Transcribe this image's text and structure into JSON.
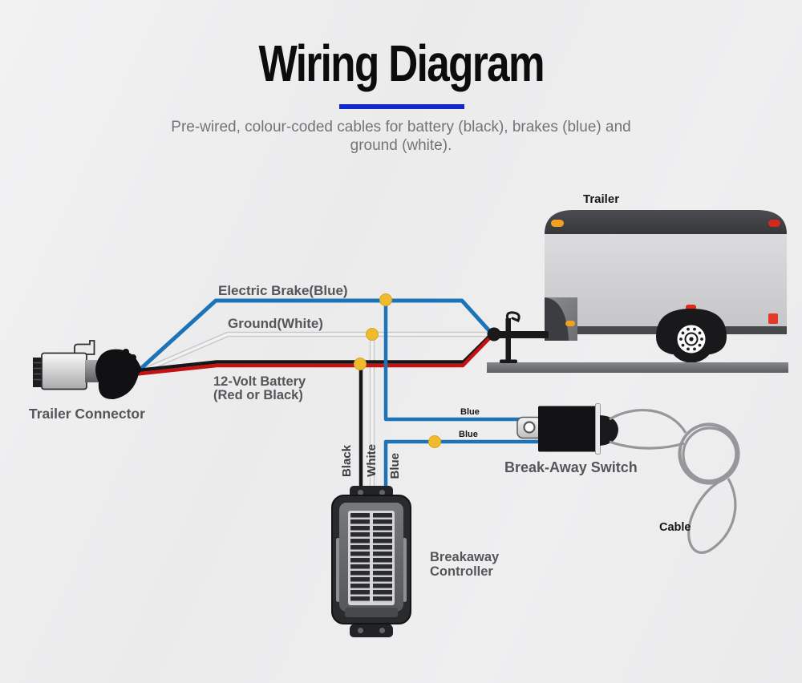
{
  "header": {
    "title": "Wiring Diagram",
    "subtitle_line1": "Pre-wired, colour-coded cables for battery (black), brakes (blue) and",
    "subtitle_line2": "ground (white).",
    "accent_color": "#1128cc"
  },
  "diagram": {
    "trailer_label": "Trailer",
    "wire_labels": {
      "electric_brake": "Electric Brake(Blue)",
      "ground": "Ground(White)",
      "battery_line1": "12-Volt Battery",
      "battery_line2": "(Red or Black)"
    },
    "connector_label": "Trailer Connector",
    "switch_label": "Break-Away Switch",
    "cable_label": "Cable",
    "controller_label_line1": "Breakaway",
    "controller_label_line2": "Controller",
    "vertical_labels": {
      "black": "Black",
      "white": "White",
      "blue": "Blue"
    },
    "blue_tag_top": "Blue",
    "blue_tag_bottom": "Blue",
    "colors": {
      "wire_blue": "#1b74b8",
      "wire_red": "#c41212",
      "wire_black": "#161616",
      "wire_white": "#f2f2f3",
      "junction_dot": "#edbb2d",
      "underline_blue": "#1128cc"
    }
  }
}
